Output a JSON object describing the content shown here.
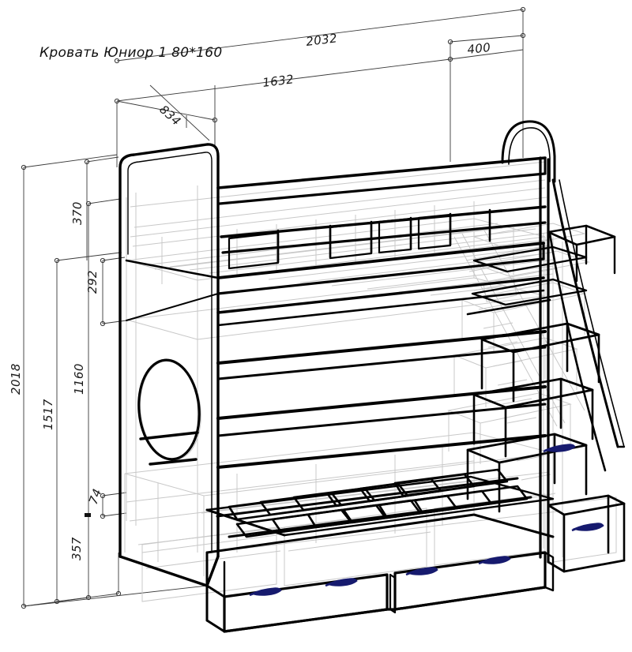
{
  "drawing": {
    "title": "Кровать Юниор 1  80*160",
    "type": "technical-isometric-drawing",
    "subject": "bunk bed with stairs and drawers",
    "line_colors": {
      "outline": "#000000",
      "hidden": "#c9c9c9",
      "dimension": "#333333",
      "handle": "#161a6e",
      "background": "#ffffff"
    }
  },
  "dimensions": {
    "top": [
      {
        "name": "overall-length",
        "value": "2032"
      },
      {
        "name": "bed-length",
        "value": "1632"
      },
      {
        "name": "stair-width",
        "value": "400"
      },
      {
        "name": "depth",
        "value": "834"
      }
    ],
    "left": [
      {
        "name": "overall-height",
        "value": "2018"
      },
      {
        "name": "rail-height",
        "value": "370"
      },
      {
        "name": "rail-gap",
        "value": "292"
      },
      {
        "name": "upper-bunk-height",
        "value": "1160"
      },
      {
        "name": "lower-clearance",
        "value": "1517"
      },
      {
        "name": "slat-thickness",
        "value": "74"
      },
      {
        "name": "drawer-height",
        "value": "357"
      }
    ]
  },
  "components": {
    "upper_bunk": "upper-bunk-with-safety-rail",
    "lower_bunk": "lower-bunk-slat-base",
    "stairs": "side-staircase-with-drawer-steps",
    "handrail": "curved-handrail",
    "drawers": "under-bed-storage-drawers",
    "oval_cutout": "decorative-oval-porthole",
    "handles_count": "6"
  }
}
